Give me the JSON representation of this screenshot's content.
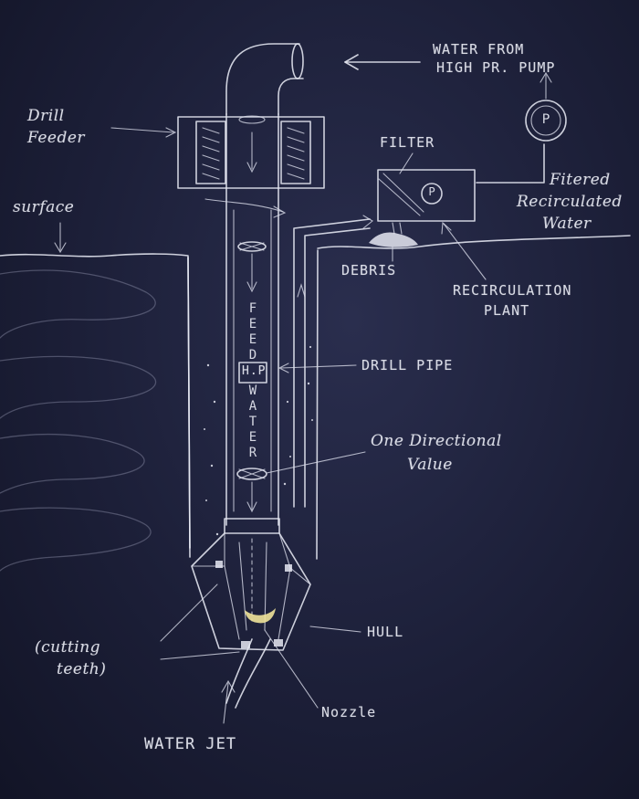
{
  "labels": {
    "water_from": "WATER FROM",
    "high_pr_pump": "HIGH PR.  PUMP",
    "drill_feeder_1": "Drill",
    "drill_feeder_2": "Feeder",
    "filter": "FILTER",
    "filtered_1": "Fitered",
    "filtered_2": "Recirculated",
    "filtered_3": "Water",
    "surface": "surface",
    "debris": "DEBRIS",
    "recirc_1": "RECIRCULATION",
    "recirc_2": "PLANT",
    "drill_pipe": "DRILL PIPE",
    "one_dir_1": "One Directional",
    "one_dir_2": "Value",
    "hull": "HULL",
    "cutting_1": "(cutting",
    "cutting_2": "teeth)",
    "nozzle": "Nozzle",
    "water_jet": "WATER JET",
    "feed": "FEED",
    "hp": "H.P",
    "water": "WATER",
    "pump_symbol": "P"
  }
}
